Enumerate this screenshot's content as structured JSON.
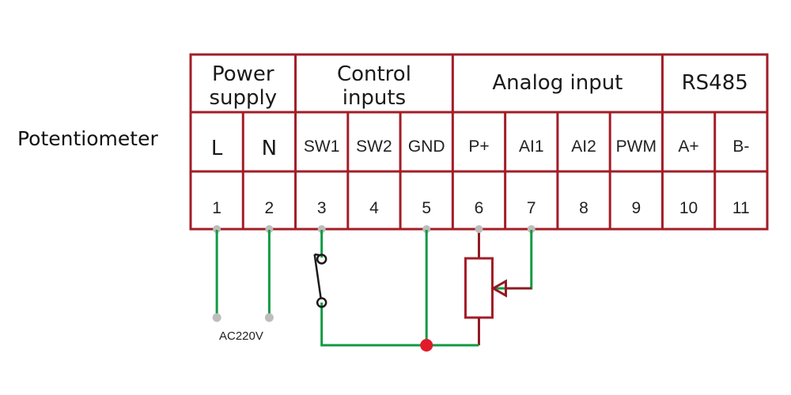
{
  "title": "Potentiometer",
  "colors": {
    "grid": "#a31d27",
    "wire_green": "#139a43",
    "wire_red": "#8e1b22",
    "switch": "#1a1a1a",
    "terminal_dot": "#bdbdbd",
    "junction": "#e01b2a"
  },
  "groups": [
    {
      "label_lines": [
        "Power",
        "supply"
      ],
      "span": 2
    },
    {
      "label_lines": [
        "Control",
        "inputs"
      ],
      "span": 3
    },
    {
      "label_lines": [
        "Analog input"
      ],
      "span": 4
    },
    {
      "label_lines": [
        "RS485"
      ],
      "span": 2
    }
  ],
  "terminals": [
    {
      "label": "L",
      "number": "1"
    },
    {
      "label": "N",
      "number": "2"
    },
    {
      "label": "SW1",
      "number": "3"
    },
    {
      "label": "SW2",
      "number": "4"
    },
    {
      "label": "GND",
      "number": "5"
    },
    {
      "label": "P+",
      "number": "6"
    },
    {
      "label": "AI1",
      "number": "7"
    },
    {
      "label": "AI2",
      "number": "8"
    },
    {
      "label": "PWM",
      "number": "9"
    },
    {
      "label": "A+",
      "number": "10"
    },
    {
      "label": "B-",
      "number": "11"
    }
  ],
  "supply_label": "AC220V",
  "connections": [
    {
      "from": "1",
      "to": "AC220V",
      "type": "supply"
    },
    {
      "from": "2",
      "to": "AC220V",
      "type": "supply"
    },
    {
      "from": "3",
      "to": "5",
      "via": "switch"
    },
    {
      "from": "6",
      "to": "5",
      "via": "potentiometer"
    },
    {
      "from": "7",
      "to": "potentiometer wiper"
    }
  ]
}
